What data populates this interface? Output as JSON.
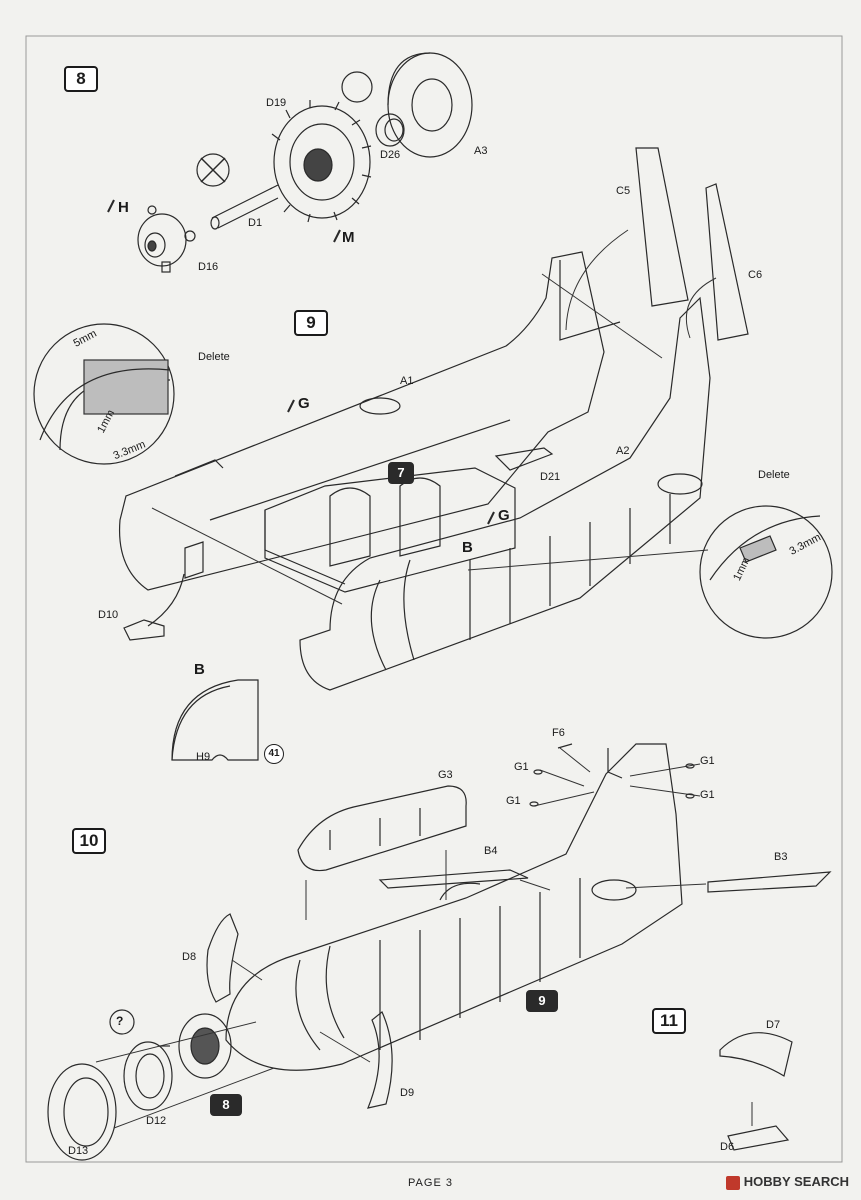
{
  "steps": {
    "s8": "8",
    "s9": "9",
    "s10": "10",
    "s11": "11",
    "s7_ref": "7",
    "s9_ref": "9",
    "s8_ref": "8"
  },
  "parts": {
    "D19": "D19",
    "D26": "D26",
    "A3": "A3",
    "D1": "D1",
    "D16": "D16",
    "H": "H",
    "M": "M",
    "C5": "C5",
    "C6": "C6",
    "A1": "A1",
    "A2": "A2",
    "G_top": "G",
    "G_mid": "G",
    "D21": "D21",
    "D10": "D10",
    "B_top": "B",
    "B_detail": "B",
    "H9": "H9",
    "F6": "F6",
    "G1_a": "G1",
    "G1_b": "G1",
    "G1_c": "G1",
    "G1_d": "G1",
    "G3": "G3",
    "B4": "B4",
    "B3": "B3",
    "D8": "D8",
    "D9": "D9",
    "D12": "D12",
    "D13": "D13",
    "D7": "D7",
    "D6": "D6"
  },
  "detail_left": {
    "delete": "Delete",
    "dim1": "5mm",
    "dim2": "1mm",
    "dim3": "3.3mm"
  },
  "detail_right": {
    "delete": "Delete",
    "dim1": "3.3mm",
    "dim2": "1mm"
  },
  "misc": {
    "question": "?",
    "paint_41": "41"
  },
  "footer": {
    "page": "PAGE 3",
    "watermark": "HOBBY SEARCH"
  }
}
